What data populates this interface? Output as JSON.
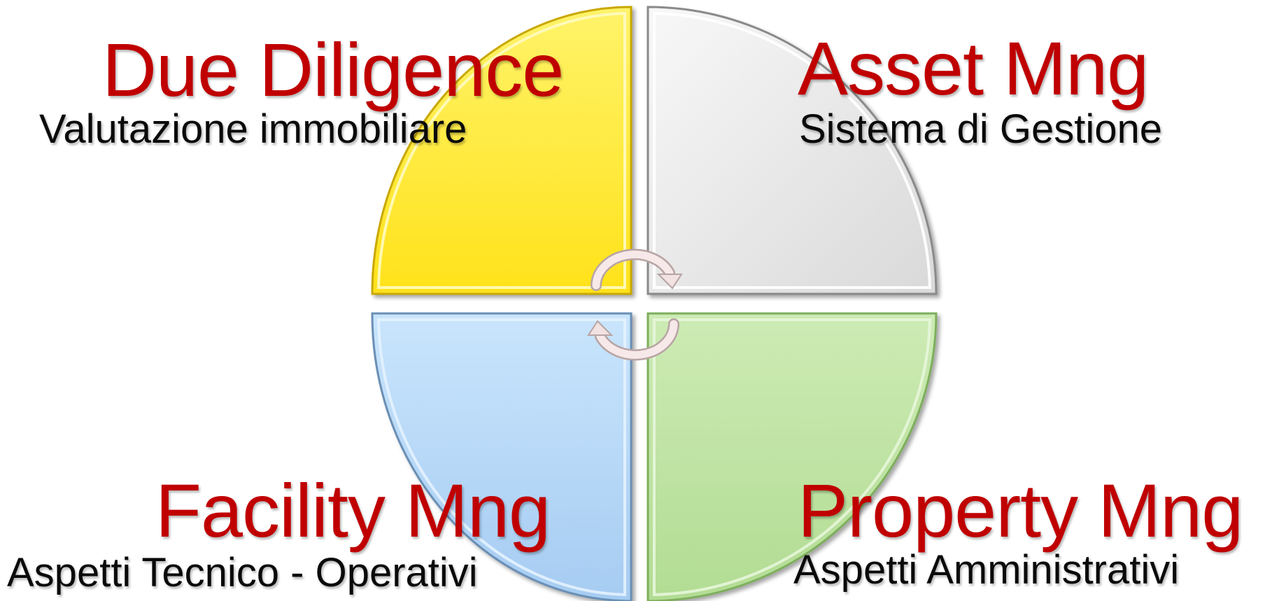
{
  "quadrants": [
    {
      "id": "due-diligence",
      "title": "Due Diligence",
      "subtitle": "Valutazione immobiliare",
      "fill": "#FFF04A"
    },
    {
      "id": "asset-mng",
      "title": "Asset Mng",
      "subtitle": "Sistema di Gestione",
      "fill": "#E8E8E8"
    },
    {
      "id": "facility-mng",
      "title": "Facility Mng",
      "subtitle": "Aspetti Tecnico - Operativi",
      "fill": "#B5D8F7"
    },
    {
      "id": "property-mng",
      "title": "Property Mng",
      "subtitle": "Aspetti Amministrativi",
      "fill": "#BFE3A3"
    }
  ],
  "colors": {
    "title": "#C00000",
    "subtitle": "#0A0A0A",
    "arrow": "#F4E4E4"
  },
  "icons": [
    "clockwise-arrow-icon",
    "clockwise-arrow-icon"
  ]
}
